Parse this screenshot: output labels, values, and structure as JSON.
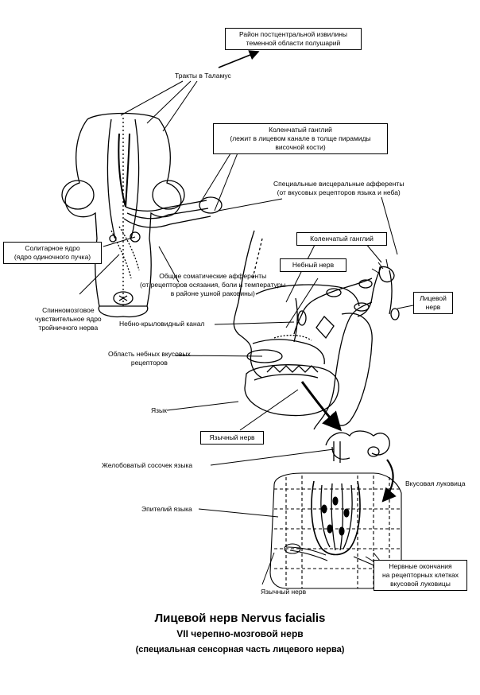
{
  "labels": {
    "postcentral": [
      "Район постцентральной извилины",
      "теменной области полушарий"
    ],
    "thalamus_tracts": "Тракты в Таламус",
    "geniculate_top": [
      "Коленчатый ганглий",
      "(лежит в лицевом канале в толще пирамиды",
      "височной кости)"
    ],
    "visceral_afferents": [
      "Специальные висцеральные афференты",
      "(от вкусовых рецепторов языка и неба)"
    ],
    "solitary_nucleus": [
      "Солитарное ядро",
      "(ядро одиночного пучка)"
    ],
    "geniculate_right": "Коленчатый ганглий",
    "palatine_nerve": "Небный нерв",
    "somatic_afferents": [
      "Общие соматические афференты",
      "(от рецепторов осязания, боли и температуры",
      "в районе ушной раковины)"
    ],
    "facial_nerve_box": [
      "Лицевой",
      "нерв"
    ],
    "spinal_trigeminal": [
      "Спинномозговое",
      "чувствительное ядро",
      "тройничного нерва"
    ],
    "pterygopalatine": "Небно-крыловидный канал",
    "palatine_taste_area": [
      "Область небных вкусовых",
      "рецепторов"
    ],
    "tongue": "Язык",
    "lingual_nerve_box": "Язычный нерв",
    "vallate_papilla": "Желобоватый сосочек языка",
    "taste_bud": "Вкусовая луковица",
    "tongue_epithelium": "Эпителий языка",
    "nerve_endings": [
      "Нервные окончания",
      "на рецепторных клетках",
      "вкусовой луковицы"
    ],
    "lingual_nerve_bottom": "Язычный нерв"
  },
  "caption": {
    "line1": "Лицевой нерв Nervus facialis",
    "line2": "VII черепно-мозговой нерв",
    "line3": "(специальная сенсорная часть лицевого нерва)"
  }
}
